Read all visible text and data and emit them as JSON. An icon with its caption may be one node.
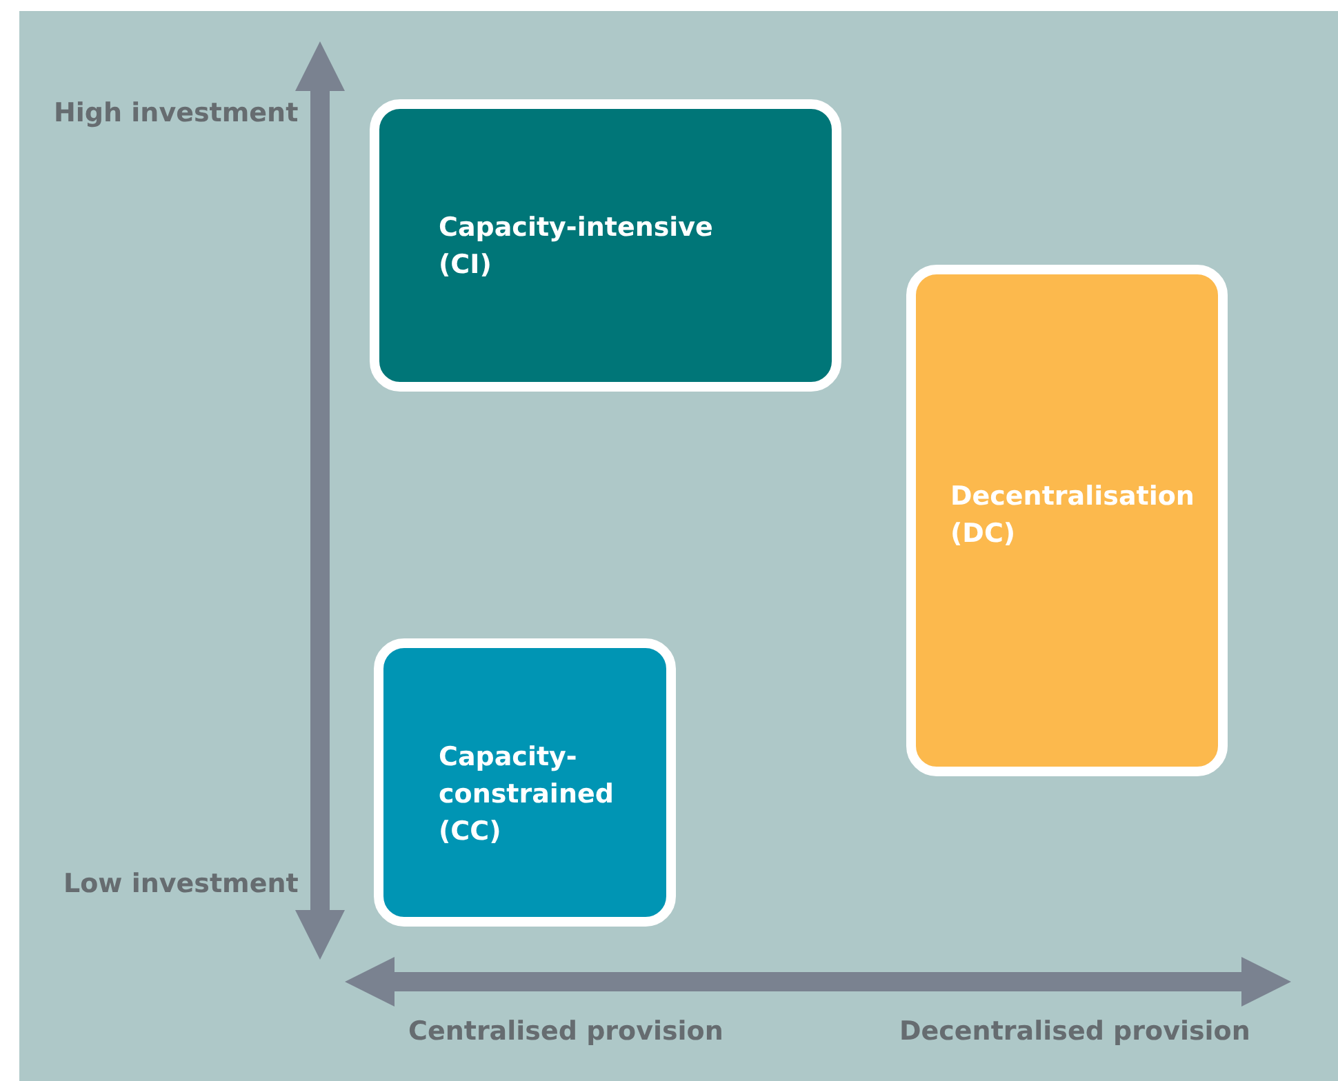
{
  "diagram": {
    "nodes": [
      {
        "text": [
          "Capacity-intensive (CI)"
        ]
      },
      {
        "text": [
          "Decentralisation (DC)"
        ]
      },
      {
        "text": [
          "Capacity-constrained (CC)"
        ]
      }
    ],
    "labels": [
      "High investment",
      "Low investment",
      "Centralised provision",
      "Decentralised provision"
    ]
  }
}
